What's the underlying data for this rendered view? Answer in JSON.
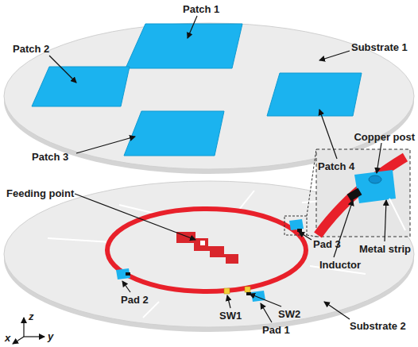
{
  "diagram": {
    "labels": [
      "Patch 1",
      "Patch 2",
      "Substrate 1",
      "Patch 3",
      "Patch 4",
      "Copper post",
      "Feeding point",
      "Metal strip",
      "Inductor",
      "Pad 3",
      "Pad 2",
      "SW1",
      "SW2",
      "Pad 1",
      "Substrate 2",
      "z",
      "y",
      "x"
    ]
  }
}
